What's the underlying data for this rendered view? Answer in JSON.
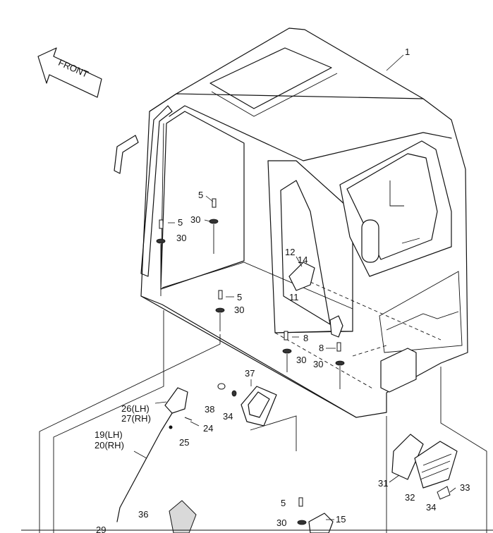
{
  "direction_label": "FRONT",
  "callouts": {
    "c1": "1",
    "c5a": "5",
    "c5b": "5",
    "c5c": "5",
    "c5d": "5",
    "c30a": "30",
    "c30b": "30",
    "c30c": "30",
    "c30d": "30",
    "c30e": "30",
    "c30f": "30",
    "c8a": "8",
    "c8b": "8",
    "c12": "12",
    "c14": "14",
    "c11": "11",
    "c37": "37",
    "c38": "38",
    "c34a": "34",
    "c34b": "34",
    "c26": "26(LH)",
    "c27": "27(RH)",
    "c24": "24",
    "c25": "25",
    "c19": "19(LH)",
    "c20": "20(RH)",
    "c31": "31",
    "c32": "32",
    "c33": "33",
    "c36": "36",
    "c15": "15",
    "c29": "29"
  }
}
